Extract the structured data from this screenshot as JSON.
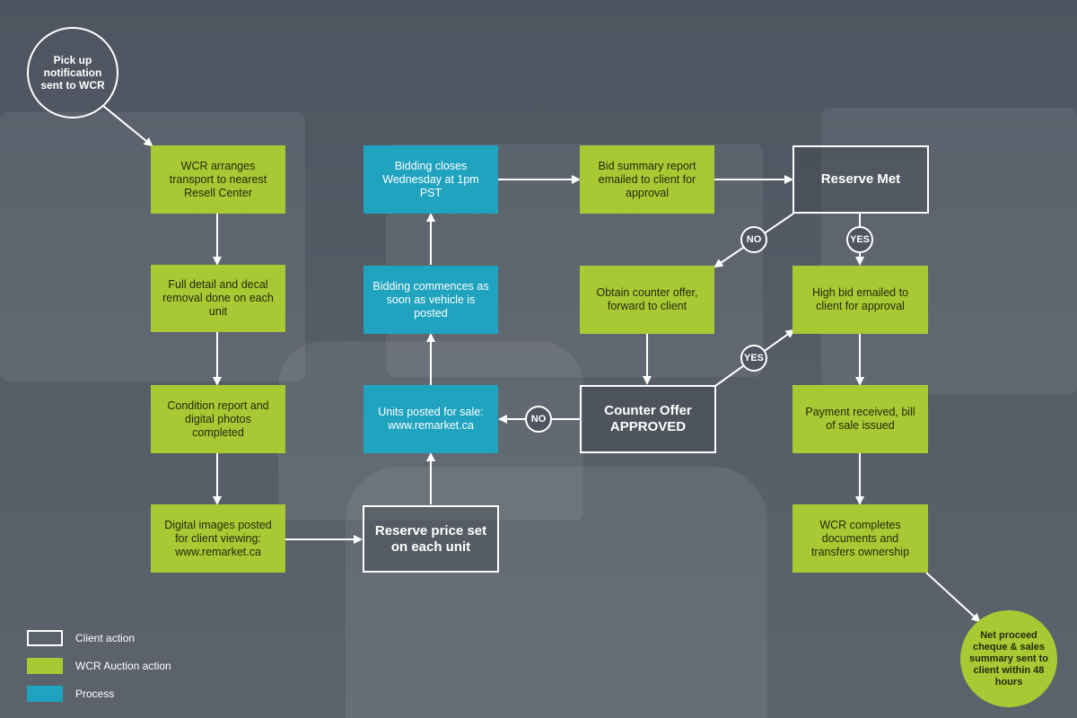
{
  "colors": {
    "client_action": "#ffffff",
    "wcr_auction_action": "#a9c934",
    "process": "#1fa3bf",
    "arrow": "#ffffff"
  },
  "nodes": {
    "pickup": "Pick up notification sent to WCR",
    "transport": "WCR  arranges transport to nearest Resell Center",
    "detail": "Full detail and decal removal done on each unit",
    "condition": "Condition report and digital photos completed",
    "images": "Digital images posted for client viewing: www.remarket.ca",
    "reserve_price": "Reserve price set on each unit",
    "posted": "Units posted for sale: www.remarket.ca",
    "commences": "Bidding commences as soon as vehicle is posted",
    "closes": "Bidding closes Wednesday at 1pm PST",
    "summary": "Bid summary report emailed to client for approval",
    "reserve_met": "Reserve Met",
    "counter_obtain": "Obtain counter offer, forward to client",
    "counter_approved": "Counter Offer APPROVED",
    "high_bid": "High bid emailed to client for approval",
    "payment": "Payment received, bill of sale issued",
    "completes": "WCR completes documents and transfers ownership",
    "net": "Net proceed cheque & sales summary sent to client within 48 hours"
  },
  "badges": {
    "no_reserve": "NO",
    "yes_reserve": "YES",
    "yes_counter": "YES",
    "no_counter": "NO"
  },
  "legend": {
    "client": "Client action",
    "wcr": "WCR Auction action",
    "process": "Process"
  }
}
